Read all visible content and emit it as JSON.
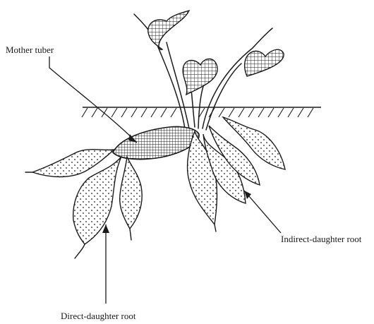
{
  "figure": {
    "labels": {
      "mother_tuber": "Mother tuber",
      "indirect_daughter_root": "Indirect-daughter root",
      "direct_daughter_root": "Direct-daughter root"
    }
  }
}
